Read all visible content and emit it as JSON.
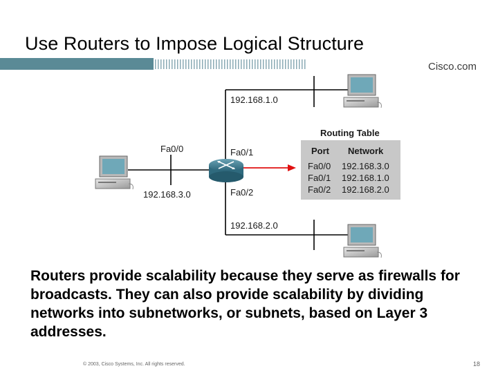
{
  "slide": {
    "title": "Use Routers to Impose Logical Structure",
    "brand": "Cisco.com"
  },
  "diagram": {
    "networks": {
      "top": "192.168.1.0",
      "left": "192.168.3.0",
      "bottom": "192.168.2.0"
    },
    "ports": {
      "fa00": "Fa0/0",
      "fa01": "Fa0/1",
      "fa02": "Fa0/2"
    },
    "routing_table": {
      "title": "Routing Table",
      "headers": [
        "Port",
        "Network"
      ],
      "rows": [
        {
          "port": "Fa0/0",
          "network": "192.168.3.0"
        },
        {
          "port": "Fa0/1",
          "network": "192.168.1.0"
        },
        {
          "port": "Fa0/2",
          "network": "192.168.2.0"
        }
      ]
    },
    "colors": {
      "link": "#000000",
      "arrow": "#e01010",
      "router_body": "#3f7f95",
      "table_bg": "#c8c8c8",
      "header_bar": "#5a8a96"
    }
  },
  "body_text": "Routers provide scalability because they serve as firewalls for broadcasts. They can also provide scalability by dividing networks into subnetworks, or subnets, based on Layer 3 addresses.",
  "footer": {
    "copyright": "© 2003, Cisco Systems, Inc. All rights reserved.",
    "page": "18"
  }
}
